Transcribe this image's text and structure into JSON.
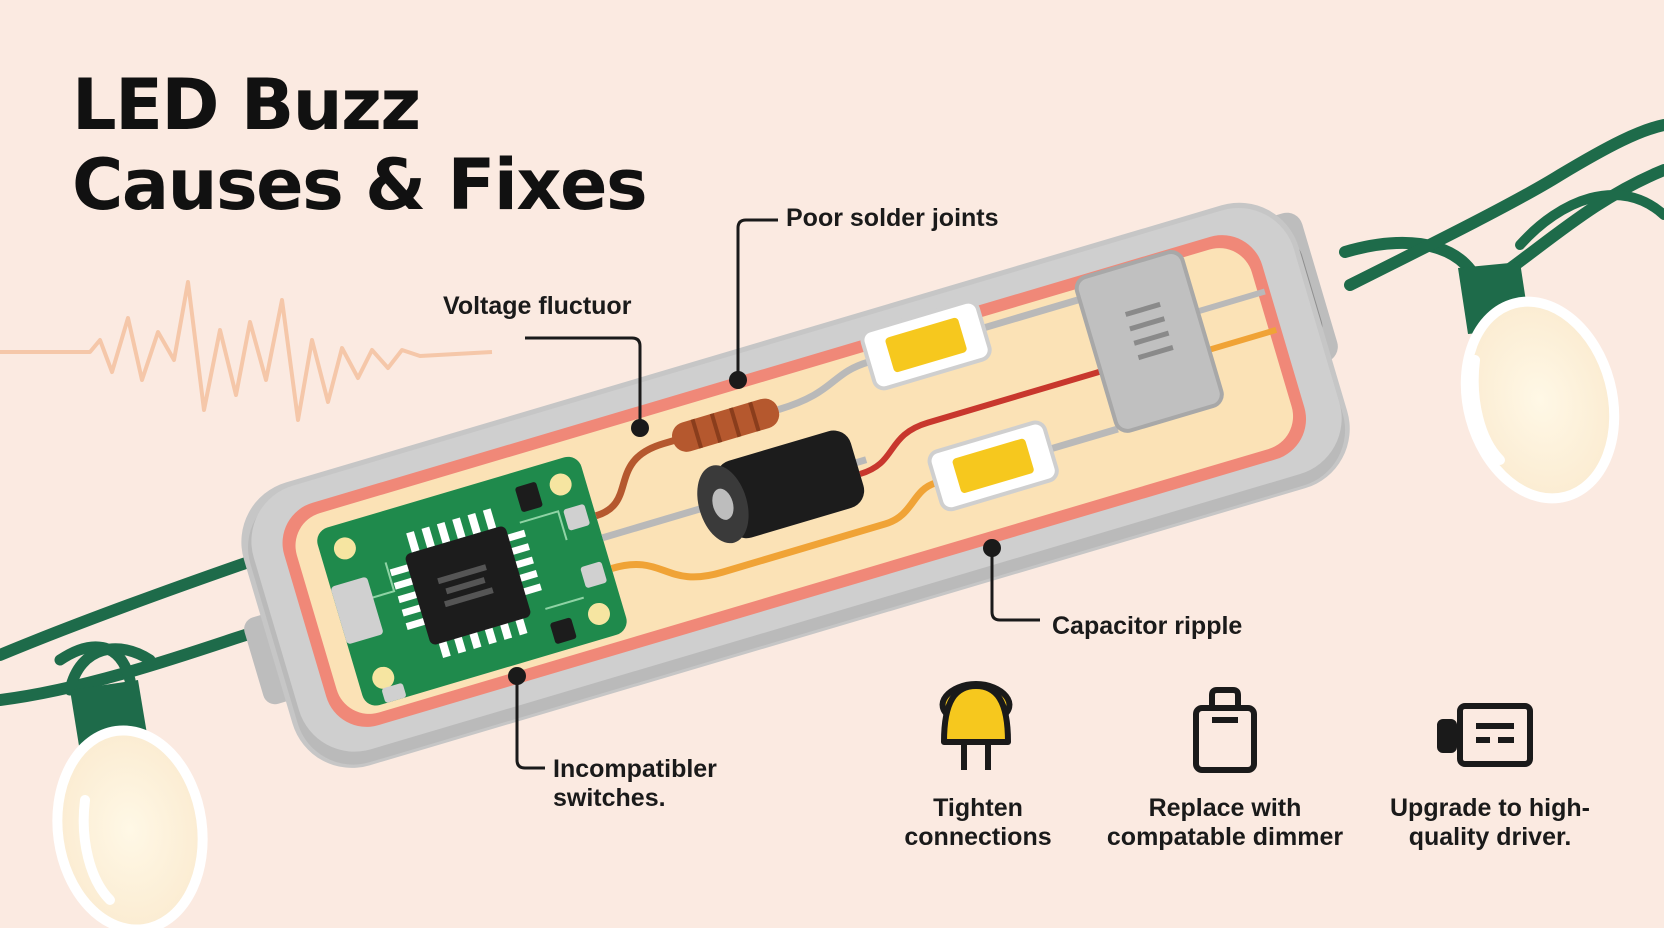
{
  "title": {
    "line1": "LED Buzz",
    "line2": "Causes & Fixes"
  },
  "callouts": {
    "poor_solder": "Poor solder joints",
    "voltage": "Voltage fluctuor",
    "capacitor": "Capacitor ripple",
    "switch_line1": "Incompatibler",
    "switch_line2": "switches."
  },
  "fixes": [
    {
      "icon": "led-bulb-icon",
      "line1": "Tighten",
      "line2": "connections"
    },
    {
      "icon": "dimmer-icon",
      "line1": "Replace with",
      "line2": "compatable dimmer"
    },
    {
      "icon": "driver-icon",
      "line1": "Upgrade to high-",
      "line2": "quality driver."
    }
  ],
  "colors": {
    "background": "#fbeae1",
    "pcb": "#1f8a4c",
    "wire_green": "#1e6b4a",
    "housing": "#c9c9c9",
    "housing_border": "#f08878",
    "led_yellow": "#f6c81e",
    "waveform": "#f5c7a9"
  }
}
